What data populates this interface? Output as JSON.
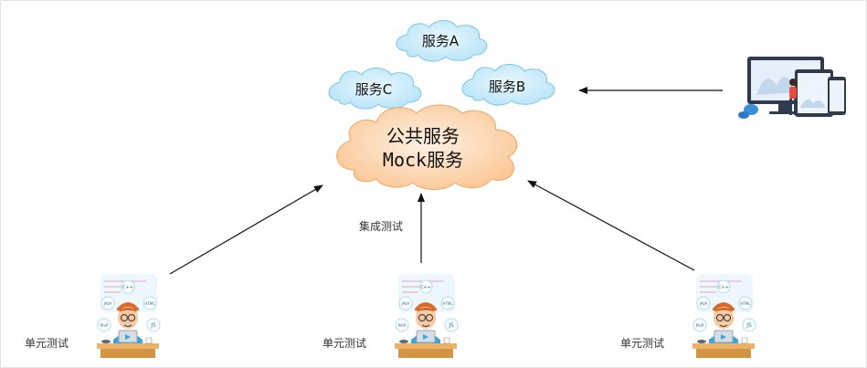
{
  "clouds": {
    "service_a": "服务A",
    "service_b": "服务B",
    "service_c": "服务C",
    "common_line1": "公共服务",
    "common_line2": "Mock服务"
  },
  "labels": {
    "integration_test": "集成测试",
    "unit_test_left": "单元测试",
    "unit_test_middle": "单元测试",
    "unit_test_right": "单元测试"
  },
  "developer_badges": [
    "C++",
    "JAVA",
    "HTML",
    "PHP",
    "JS"
  ],
  "colors": {
    "small_cloud_fill": "#c9ecfb",
    "small_cloud_stroke": "#6fc2ea",
    "big_cloud_fill": "#fdd3ad",
    "big_cloud_stroke": "#f0a35e",
    "arrow": "#111111"
  }
}
